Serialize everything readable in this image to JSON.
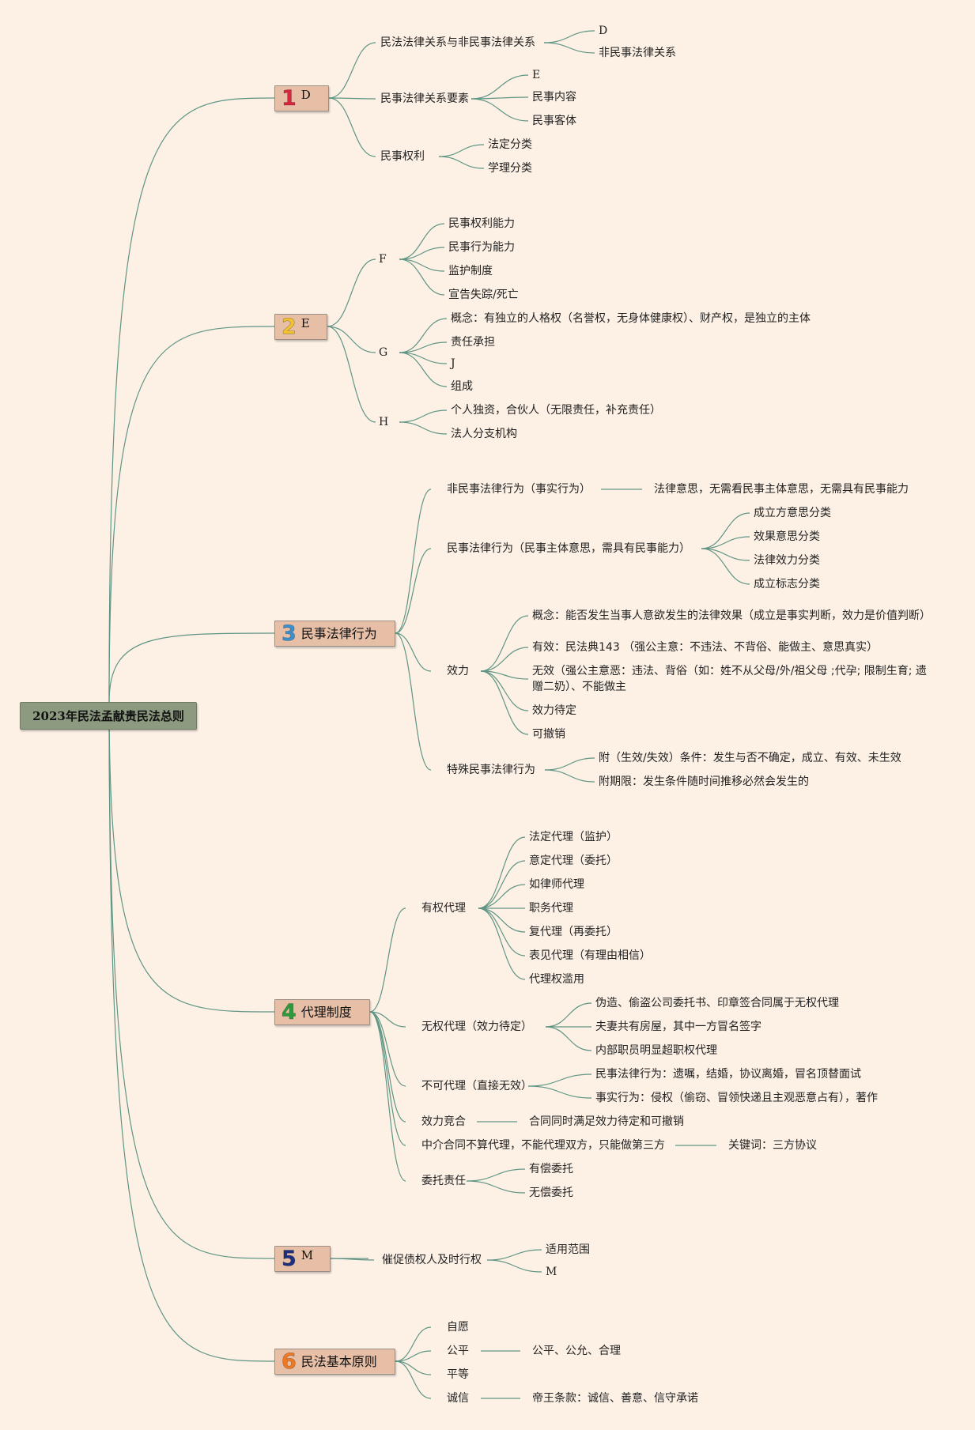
{
  "root": "2023年民法孟献贵民法总则",
  "colors": {
    "background": "#fdf1e6",
    "root_fill": "#8c9a80",
    "main_fill": "#e6bfa6",
    "connector": "#5f9584"
  },
  "sections": [
    {
      "number": "1",
      "number_color": "#d7263d",
      "label": "D",
      "children": [
        {
          "label": "民法法律关系与非民事法律关系",
          "children": [
            {
              "label": "D"
            },
            {
              "label": "非民事法律关系"
            }
          ]
        },
        {
          "label": "民事法律关系要素",
          "children": [
            {
              "label": "E"
            },
            {
              "label": "民事内容"
            },
            {
              "label": "民事客体"
            }
          ]
        },
        {
          "label": "民事权利",
          "children": [
            {
              "label": "法定分类"
            },
            {
              "label": "学理分类"
            }
          ]
        }
      ]
    },
    {
      "number": "2",
      "number_color": "#f2c230",
      "label": "E",
      "children": [
        {
          "label": "F",
          "children": [
            {
              "label": "民事权利能力"
            },
            {
              "label": "民事行为能力"
            },
            {
              "label": "监护制度"
            },
            {
              "label": "宣告失踪/死亡"
            }
          ]
        },
        {
          "label": "G",
          "children": [
            {
              "label": "概念：有独立的人格权（名誉权，无身体健康权）、财产权，是独立的主体"
            },
            {
              "label": "责任承担"
            },
            {
              "label": "J"
            },
            {
              "label": "组成"
            }
          ]
        },
        {
          "label": "H",
          "children": [
            {
              "label": "个人独资，合伙人（无限责任，补充责任）"
            },
            {
              "label": "法人分支机构"
            }
          ]
        }
      ]
    },
    {
      "number": "3",
      "number_color": "#3a8fd0",
      "label": "民事法律行为",
      "children": [
        {
          "label": "非民事法律行为（事实行为）",
          "children": [
            {
              "label": "法律意思，无需看民事主体意思，无需具有民事能力"
            }
          ]
        },
        {
          "label": "民事法律行为（民事主体意思，需具有民事能力）",
          "children": [
            {
              "label": "成立方意思分类"
            },
            {
              "label": "效果意思分类"
            },
            {
              "label": "法律效力分类"
            },
            {
              "label": "成立标志分类"
            }
          ]
        },
        {
          "label": "效力",
          "children": [
            {
              "label": "概念：能否发生当事人意欲发生的法律效果（成立是事实判断，效力是价值判断）"
            },
            {
              "label": "有效：民法典143 （强公主意：不违法、不背俗、能做主、意思真实）"
            },
            {
              "label": "无效（强公主意恶：违法、背俗（如：姓不从父母/外/祖父母 ;代孕; 限制生育; 遗赠二奶）、不能做主"
            },
            {
              "label": "效力待定"
            },
            {
              "label": "可撤销"
            }
          ]
        },
        {
          "label": "特殊民事法律行为",
          "children": [
            {
              "label": "附（生效/失效）条件：发生与否不确定，成立、有效、未生效"
            },
            {
              "label": "附期限：发生条件随时间推移必然会发生的"
            }
          ]
        }
      ]
    },
    {
      "number": "4",
      "number_color": "#2e9a3c",
      "label": "代理制度",
      "children": [
        {
          "label": "有权代理",
          "children": [
            {
              "label": "法定代理（监护）"
            },
            {
              "label": "意定代理（委托）"
            },
            {
              "label": "如律师代理"
            },
            {
              "label": "职务代理"
            },
            {
              "label": "复代理（再委托）"
            },
            {
              "label": "表见代理（有理由相信）"
            },
            {
              "label": "代理权滥用"
            }
          ]
        },
        {
          "label": "无权代理（效力待定）",
          "children": [
            {
              "label": "伪造、偷盗公司委托书、印章签合同属于无权代理"
            },
            {
              "label": "夫妻共有房屋，其中一方冒名签字"
            },
            {
              "label": "内部职员明显超职权代理"
            }
          ]
        },
        {
          "label": "不可代理（直接无效）",
          "children": [
            {
              "label": "民事法律行为：遗嘱，结婚，协议离婚，冒名顶替面试"
            },
            {
              "label": "事实行为：侵权（偷窃、冒领快递且主观恶意占有），著作"
            }
          ]
        },
        {
          "label": "效力竞合",
          "children": [
            {
              "label": "合同同时满足效力待定和可撤销"
            }
          ]
        },
        {
          "label": "中介合同不算代理，不能代理双方，只能做第三方",
          "children": [
            {
              "label": "关键词：三方协议"
            }
          ]
        },
        {
          "label": "委托责任",
          "children": [
            {
              "label": "有偿委托"
            },
            {
              "label": "无偿委托"
            }
          ]
        }
      ]
    },
    {
      "number": "5",
      "number_color": "#1f2f80",
      "label": "M",
      "children": [
        {
          "label": "催促债权人及时行权",
          "children": [
            {
              "label": "适用范围"
            },
            {
              "label": "M"
            }
          ]
        }
      ]
    },
    {
      "number": "6",
      "number_color": "#ef7a23",
      "label": "民法基本原则",
      "children": [
        {
          "label": "自愿"
        },
        {
          "label": "公平",
          "children": [
            {
              "label": "公平、公允、合理"
            }
          ]
        },
        {
          "label": "平等"
        },
        {
          "label": "诚信",
          "children": [
            {
              "label": "帝王条款：诚信、善意、信守承诺"
            }
          ]
        }
      ]
    }
  ]
}
